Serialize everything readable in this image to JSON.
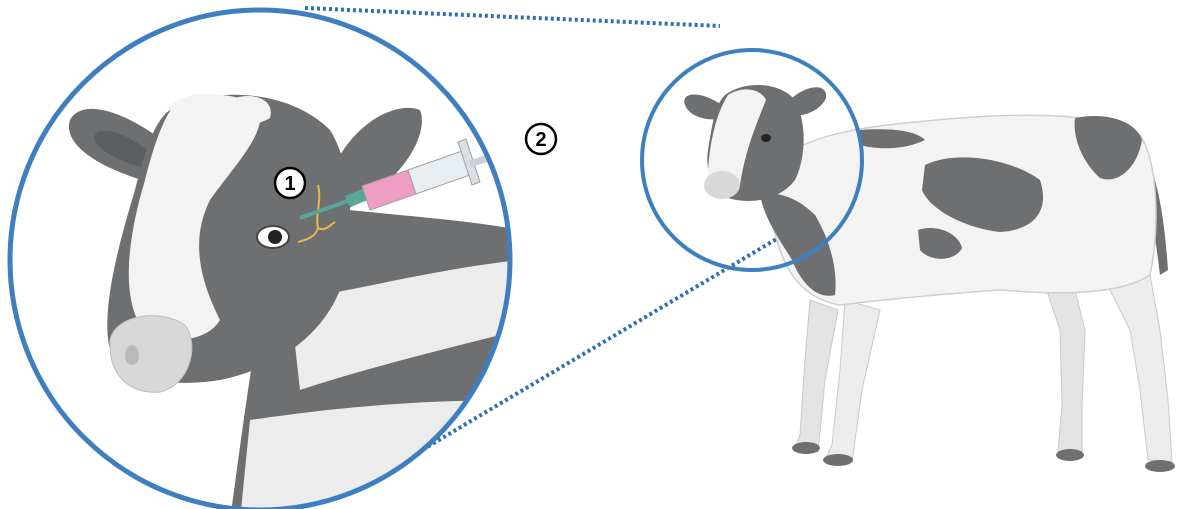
{
  "markers": [
    {
      "label": "1"
    },
    {
      "label": "2"
    }
  ],
  "colors": {
    "circle_outline": "#3f7fbf",
    "dotted_connector": "#2f6fb5",
    "cow_dark": "#6e6f71",
    "cow_light": "#ececec",
    "cow_white": "#f6f6f6",
    "nose": "#d8d8d8",
    "syringe_fluid": "#ee9ec3",
    "needle": "#5aa79a",
    "nerve": "#e6b94a"
  },
  "icons": [
    "zoom-magnifier-circle",
    "syringe-icon",
    "calf-illustration"
  ]
}
